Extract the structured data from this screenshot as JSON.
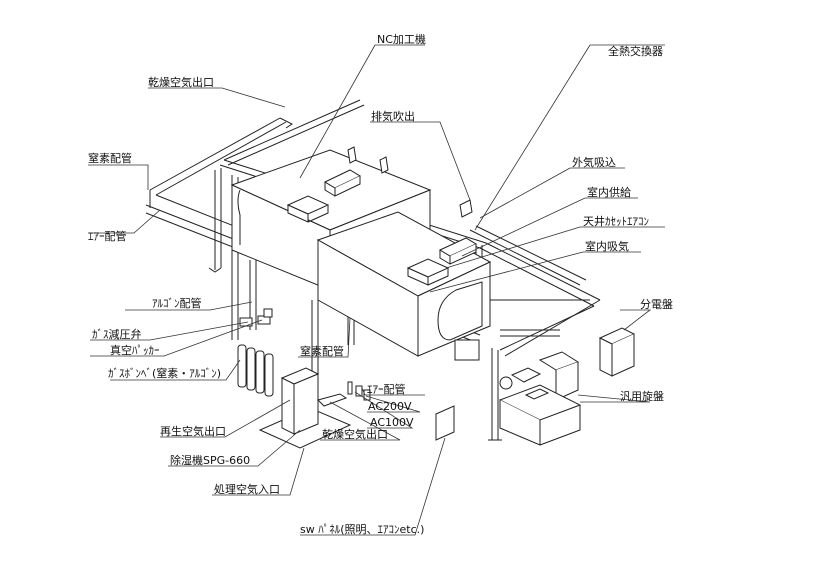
{
  "labels": {
    "nc_machine": "NC加工機",
    "total_heat_exchanger": "全熱交換器",
    "dry_air_outlet_top": "乾燥空気出口",
    "exhaust_outlet": "排気吹出",
    "nitrogen_piping_left": "窒素配管",
    "outside_air_intake": "外気吸込",
    "air_piping_left": "ｴｱｰ配管",
    "indoor_supply": "室内供給",
    "ceiling_cassette_ac": "天井ｶｾｯﾄｴｱｺﾝ",
    "indoor_return": "室内吸気",
    "argon_piping": "ｱﾙｺﾞﾝ配管",
    "distribution_panel": "分電盤",
    "gas_regulator": "ｶﾞｽ減圧弁",
    "vacuum_packer": "真空ﾊﾟｯｶｰ",
    "nitrogen_piping_center": "窒素配管",
    "gas_cylinders": "ｶﾞｽﾎﾞﾝﾍﾞ(窒素・ｱﾙｺﾞﾝ)",
    "air_piping_center": "ｴｱｰ配管",
    "general_lathe": "汎用旋盤",
    "ac200v": "AC200V",
    "ac100v": "AC100V",
    "regen_air_outlet": "再生空気出口",
    "dry_air_outlet_bottom": "乾燥空気出口",
    "dehumidifier": "除湿機SPG-660",
    "process_air_inlet": "処理空気入口",
    "sw_panel": "sw ﾊﾟﾈﾙ(照明、ｴｱｺﾝetc.)"
  }
}
